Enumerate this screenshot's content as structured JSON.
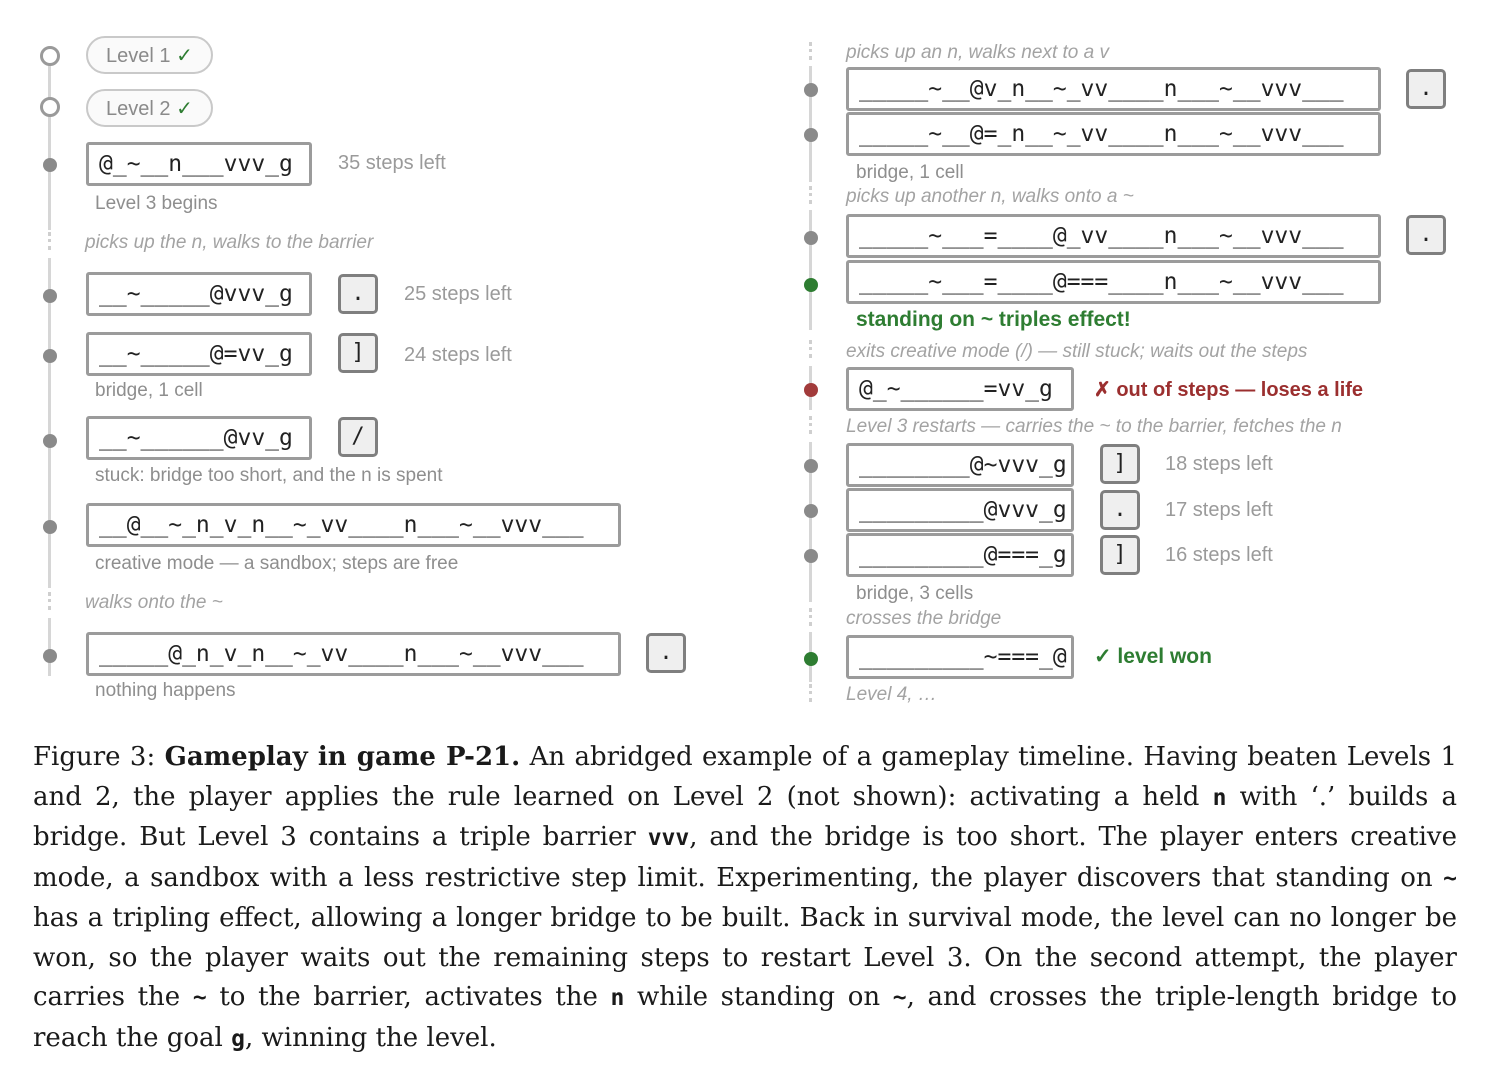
{
  "left_column": {
    "levels_done": [
      {
        "label": "Level 1",
        "check": "✓"
      },
      {
        "label": "Level 2",
        "check": "✓"
      }
    ],
    "entries": [
      {
        "board": "@_~__n___vvv_g",
        "steps": "35 steps left",
        "note": "Level 3 begins"
      },
      {
        "interlude": "picks up the n, walks to the barrier"
      },
      {
        "board": "__~_____@vvv_g",
        "key": ".",
        "steps": "25 steps left"
      },
      {
        "board": "__~_____@=vv_g",
        "key": "]",
        "steps": "24 steps left",
        "note": "bridge, 1 cell"
      },
      {
        "board": "__~______@vv_g",
        "key": "/",
        "note": "stuck: bridge too short, and the n is spent"
      },
      {
        "board": "__@__~_n_v_n__~_vv____n___~__vvv___",
        "note": "creative mode — a sandbox; steps are free"
      },
      {
        "interlude": "walks onto the ~"
      },
      {
        "board": "_____@_n_v_n__~_vv____n___~__vvv___",
        "key": ".",
        "note": "nothing happens"
      }
    ]
  },
  "right_column": {
    "entries": [
      {
        "interlude": "picks up an n, walks next to a v"
      },
      {
        "board": "_____~__@v_n__~_vv____n___~__vvv___",
        "key": "."
      },
      {
        "board": "_____~__@=_n__~_vv____n___~__vvv___",
        "note": "bridge, 1 cell"
      },
      {
        "interlude": "picks up another n, walks onto a ~"
      },
      {
        "board": "_____~___=____@_vv____n___~__vvv___",
        "key": "."
      },
      {
        "board": "_____~___=____@===____n___~__vvv___",
        "note": "standing on ~ triples effect!"
      },
      {
        "interlude": "exits creative mode (/) — still stuck; waits out the steps"
      },
      {
        "board": "@_~______=vv_g",
        "note": "✗ out of steps — loses a life"
      },
      {
        "interlude": "Level 3 restarts — carries the ~ to the barrier, fetches the n"
      },
      {
        "board": "________@~vvv_g",
        "key": "]",
        "steps": "18 steps left"
      },
      {
        "board": "_________@vvv_g",
        "key": ".",
        "steps": "17 steps left"
      },
      {
        "board": "_________@===_g",
        "key": "]",
        "steps": "16 steps left",
        "note": "bridge, 3 cells"
      },
      {
        "interlude": "crosses the bridge"
      },
      {
        "board": "_________~===_@",
        "note": "✓ level won"
      },
      {
        "interlude": "Level 4, …"
      }
    ]
  },
  "caption": {
    "label": "Figure 3:",
    "title": "Gameplay in game P-21.",
    "text_1": "An abridged example of a gameplay timeline. Having beaten Levels 1 and 2, the player applies the rule learned on Level 2 (not shown): activating a held",
    "code_n": "n",
    "text_2": "with ‘.’ builds a bridge. But Level 3 contains a triple barrier",
    "code_vvv": "vvv",
    "text_3": ", and the bridge is too short. The player enters creative mode, a sandbox with a less restrictive step limit. Experimenting, the player discovers that standing on",
    "code_tilde": "~",
    "text_4": "has a tripling effect, allowing a longer bridge to be built. Back in survival mode, the level can no longer be won, so the player waits out the remaining steps to restart Level 3. On the second attempt, the player carries the",
    "text_5": "to the barrier, activates the",
    "text_6": "while standing on",
    "text_7": ", and crosses the triple-length bridge to reach the goal",
    "code_g": "g",
    "text_8": ", winning the level."
  }
}
